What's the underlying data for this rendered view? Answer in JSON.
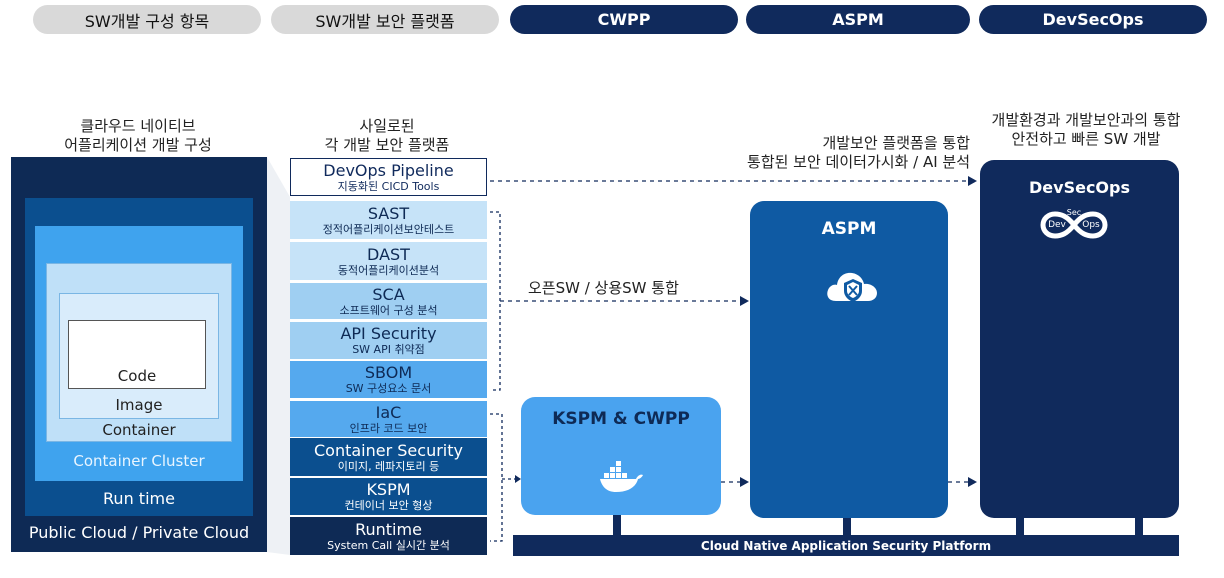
{
  "header": {
    "pills": [
      {
        "label": "SW개발 구성 항목"
      },
      {
        "label": "SW개발 보안 플랫폼"
      },
      {
        "label": "CWPP"
      },
      {
        "label": "ASPM"
      },
      {
        "label": "DevSecOps"
      }
    ]
  },
  "left": {
    "caption_line1": "클라우드 네이티브",
    "caption_line2": "어플리케이션 개발 구성",
    "layers": {
      "code": "Code",
      "image": "Image",
      "container": "Container",
      "cluster": "Container Cluster",
      "runtime": "Run time",
      "cloud": "Public Cloud / Private Cloud"
    }
  },
  "middle": {
    "caption_line1": "사일로된",
    "caption_line2": "각 개발 보안 플랫폼",
    "tools": [
      {
        "name": "DevOps Pipeline",
        "sub": "지동화된 CICD Tools"
      },
      {
        "name": "SAST",
        "sub": "정적어플리케이션보안테스트"
      },
      {
        "name": "DAST",
        "sub": "동적어플리케이션분석"
      },
      {
        "name": "SCA",
        "sub": "소프트웨어 구성 분석"
      },
      {
        "name": "API Security",
        "sub": "SW API 취약점"
      },
      {
        "name": "SBOM",
        "sub": "SW 구성요소 문서"
      },
      {
        "name": "IaC",
        "sub": "인프라 코드 보안"
      },
      {
        "name": "Container Security",
        "sub": "이미지, 레파지토리 등"
      },
      {
        "name": "KSPM",
        "sub": "컨테이너 보안 형상"
      },
      {
        "name": "Runtime",
        "sub": "System Call 실시간 분석"
      }
    ]
  },
  "notes": {
    "integration": "오픈SW / 상용SW 통합",
    "visibility_line1": "개발보안 플랫폼을 통합",
    "visibility_line2": "통합된 보안 데이터가시화 / AI 분석",
    "devsecops_line1": "개발환경과 개발보안과의 통합",
    "devsecops_line2": "안전하고 빠른 SW 개발"
  },
  "platforms": {
    "kspm": "KSPM & CWPP",
    "aspm": "ASPM",
    "devsecops": "DevSecOps",
    "logo_sec": "Sec",
    "logo_dev": "Dev",
    "logo_ops": "Ops",
    "bar": "Cloud Native Application Security Platform"
  },
  "icons": {
    "kspm": "docker-whale-icon",
    "aspm": "cloud-shield-icon",
    "devsecops": "infinity-loop-icon"
  },
  "colors": {
    "navy": "#102a5c",
    "dark_blue": "#0b3a72",
    "mid_blue": "#0f5aa3",
    "light_blue": "#bfe0f8",
    "sky_blue": "#4aa3ef"
  }
}
